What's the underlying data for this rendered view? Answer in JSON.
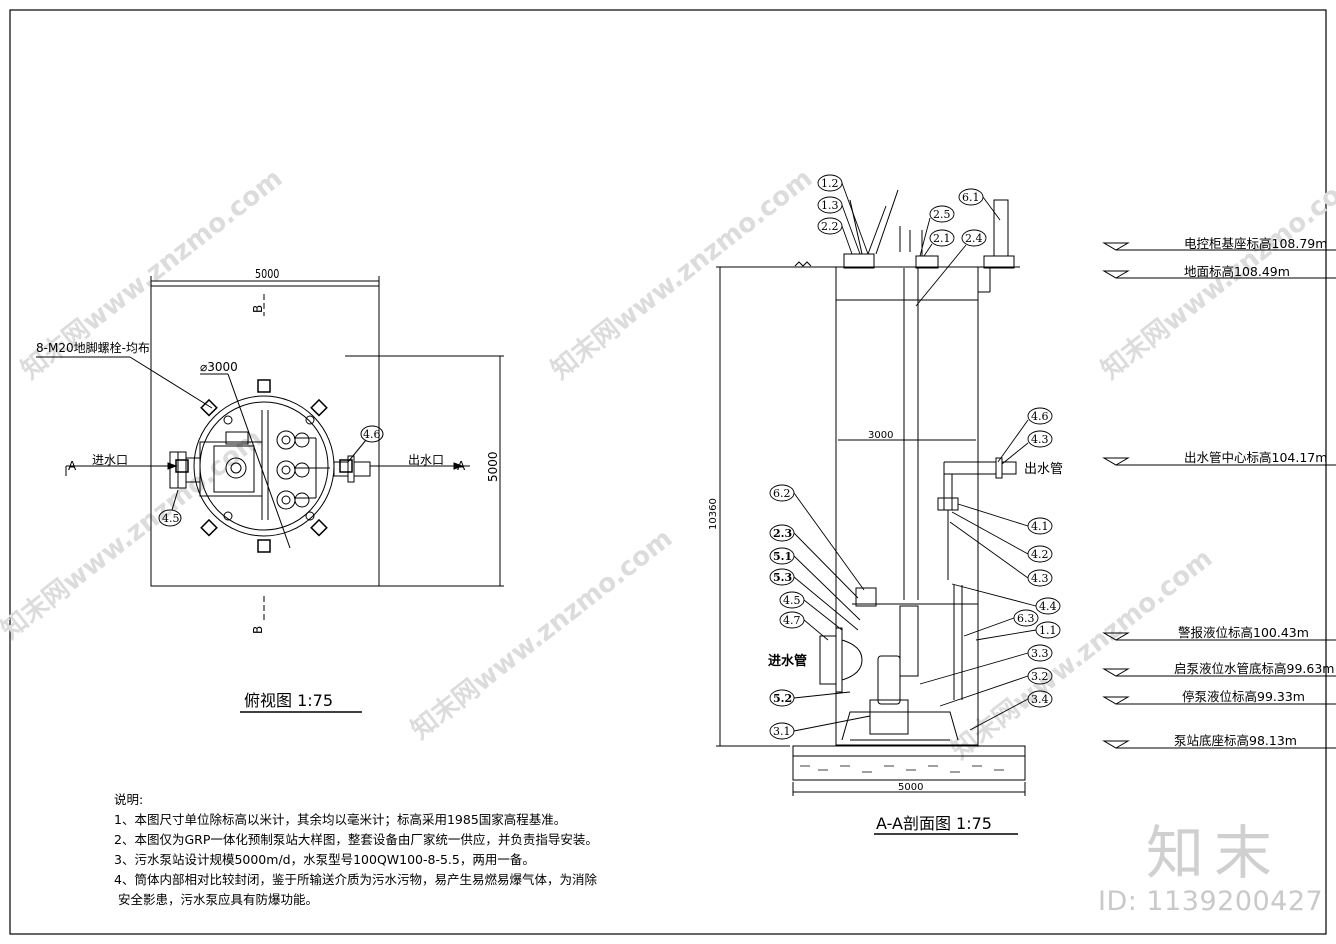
{
  "plan_view": {
    "dim_width": "5000",
    "dim_height": "5000",
    "dim_diameter": "⌀3000",
    "bolt_note": "8-M20地脚螺栓-均布",
    "inlet_label": "进水口",
    "outlet_label": "出水口",
    "section_a_left": "A",
    "section_a_right": "A",
    "section_b_top": "B",
    "section_b_bottom": "B",
    "balloon_inlet": "4.5",
    "balloon_outlet": "4.6",
    "title": "俯视图 1:75"
  },
  "section_view": {
    "title": "A-A剖面图 1:75",
    "dim_height": "10360",
    "dim_inner": "3000",
    "dim_base": "5000",
    "inlet_pipe_label": "进水管",
    "outlet_pipe_label": "出水管",
    "balloons_top": [
      "1.2",
      "1.3",
      "2.2",
      "2.5",
      "2.1",
      "2.4",
      "6.1"
    ],
    "balloons_left": [
      "6.2",
      "2.3",
      "5.1",
      "5.3",
      "4.5",
      "4.7",
      "5.2",
      "3.1"
    ],
    "balloons_right": [
      "4.6",
      "4.3",
      "4.1",
      "4.2",
      "4.3",
      "4.4",
      "6.3",
      "1.1",
      "3.3",
      "3.2",
      "3.4"
    ]
  },
  "levels": [
    "电控柜基座标高108.79m",
    "地面标高108.49m",
    "出水管中心标高104.17m",
    "警报液位标高100.43m",
    "启泵液位水管底标高99.63m",
    "停泵液位标高99.33m",
    "泵站底座标高98.13m"
  ],
  "notes": {
    "heading": "说明:",
    "lines": [
      "1、本图尺寸单位除标高以米计，其余均以毫米计；标高采用1985国家高程基准。",
      "2、本图仅为GRP一体化预制泵站大样图，整套设备由厂家统一供应，并负责指导安装。",
      "3、污水泵站设计规模5000m/d，水泵型号100QW100-8-5.5，两用一备。",
      "4、筒体内部相对比较封闭，鉴于所输送介质为污水污物，易产生易燃易爆气体，为消除",
      "安全影患，污水泵应具有防爆功能。"
    ]
  },
  "watermark": {
    "text": "知末网www.znzmo.com",
    "logo": "知末",
    "id": "ID: 1139200427"
  }
}
